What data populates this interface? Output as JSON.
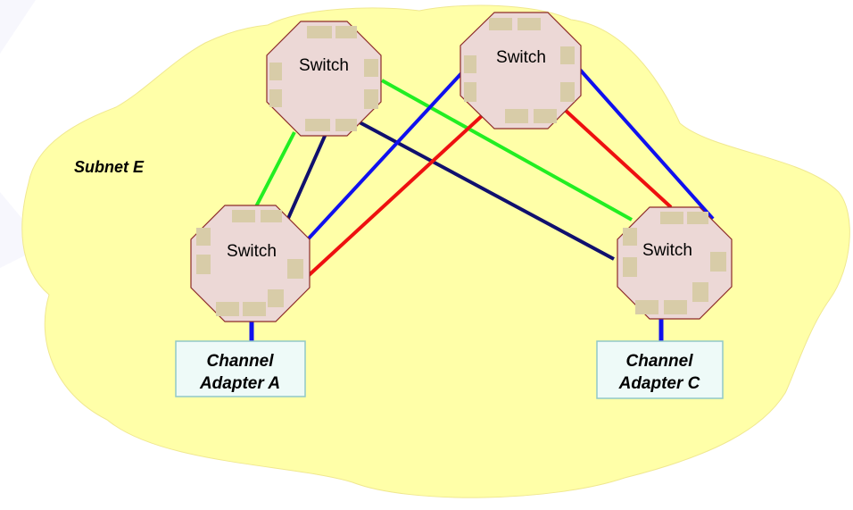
{
  "subnet": {
    "label": "Subnet E",
    "fill": "#ffffa8"
  },
  "switches": [
    {
      "id": "switch-top-left",
      "label": "Switch"
    },
    {
      "id": "switch-top-right",
      "label": "Switch"
    },
    {
      "id": "switch-bottom-left",
      "label": "Switch"
    },
    {
      "id": "switch-bottom-right",
      "label": "Switch"
    }
  ],
  "adapters": [
    {
      "id": "channel-adapter-a",
      "line1": "Channel",
      "line2": "Adapter A"
    },
    {
      "id": "channel-adapter-c",
      "line1": "Channel",
      "line2": "Adapter C"
    }
  ],
  "colors": {
    "switch_fill": "#ecd8d6",
    "switch_border": "#8c2a2a",
    "port_fill": "#d8cca8",
    "adapter_fill": "#eefaf8",
    "adapter_border": "#90c8c8",
    "link_green": "#22ee22",
    "link_navy": "#10106e",
    "link_blue": "#1010ee",
    "link_red": "#ee1010"
  },
  "links": [
    {
      "from": "switch-top-left",
      "to": "switch-bottom-left",
      "color": "#22ee22"
    },
    {
      "from": "switch-top-left",
      "to": "switch-bottom-left",
      "color": "#10106e"
    },
    {
      "from": "switch-top-left",
      "to": "switch-bottom-right",
      "color": "#22ee22"
    },
    {
      "from": "switch-top-left",
      "to": "switch-bottom-right",
      "color": "#10106e"
    },
    {
      "from": "switch-top-right",
      "to": "switch-bottom-left",
      "color": "#1010ee"
    },
    {
      "from": "switch-top-right",
      "to": "switch-bottom-left",
      "color": "#ee1010"
    },
    {
      "from": "switch-top-right",
      "to": "switch-bottom-right",
      "color": "#ee1010"
    },
    {
      "from": "switch-top-right",
      "to": "switch-bottom-right",
      "color": "#1010ee"
    },
    {
      "from": "switch-bottom-left",
      "to": "channel-adapter-a",
      "color": "#1010ee"
    },
    {
      "from": "switch-bottom-right",
      "to": "channel-adapter-c",
      "color": "#1010ee"
    }
  ]
}
